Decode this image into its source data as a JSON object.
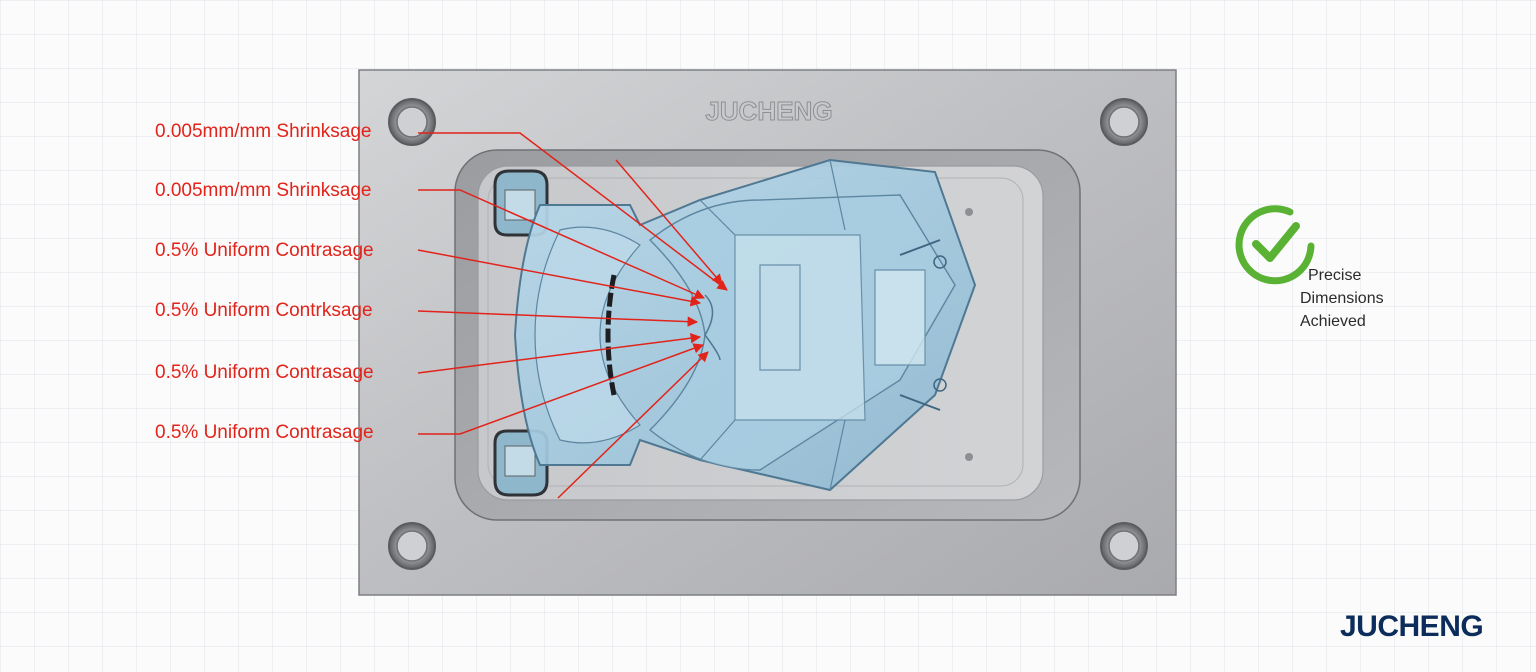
{
  "callouts": [
    {
      "label": "0.005mm/mm Shrinksage"
    },
    {
      "label": "0.005mm/mm Shrinksage"
    },
    {
      "label": "0.5% Uniform Contrasage"
    },
    {
      "label": "0.5% Uniform Contrksage"
    },
    {
      "label": "0.5% Uniform Contrasage"
    },
    {
      "label": "0.5% Uniform Contrasage"
    }
  ],
  "mold": {
    "engraving": "JUCHENG"
  },
  "badge": {
    "line1": "Precise",
    "line2": "Dimensions",
    "line3": "Achieved",
    "check_color": "#5ab234"
  },
  "brand": {
    "logo_text": "JUCHENG",
    "logo_color": "#0c2d5c"
  },
  "colors": {
    "callout_red": "#e2231a",
    "part_blue": "#a9cde0"
  }
}
